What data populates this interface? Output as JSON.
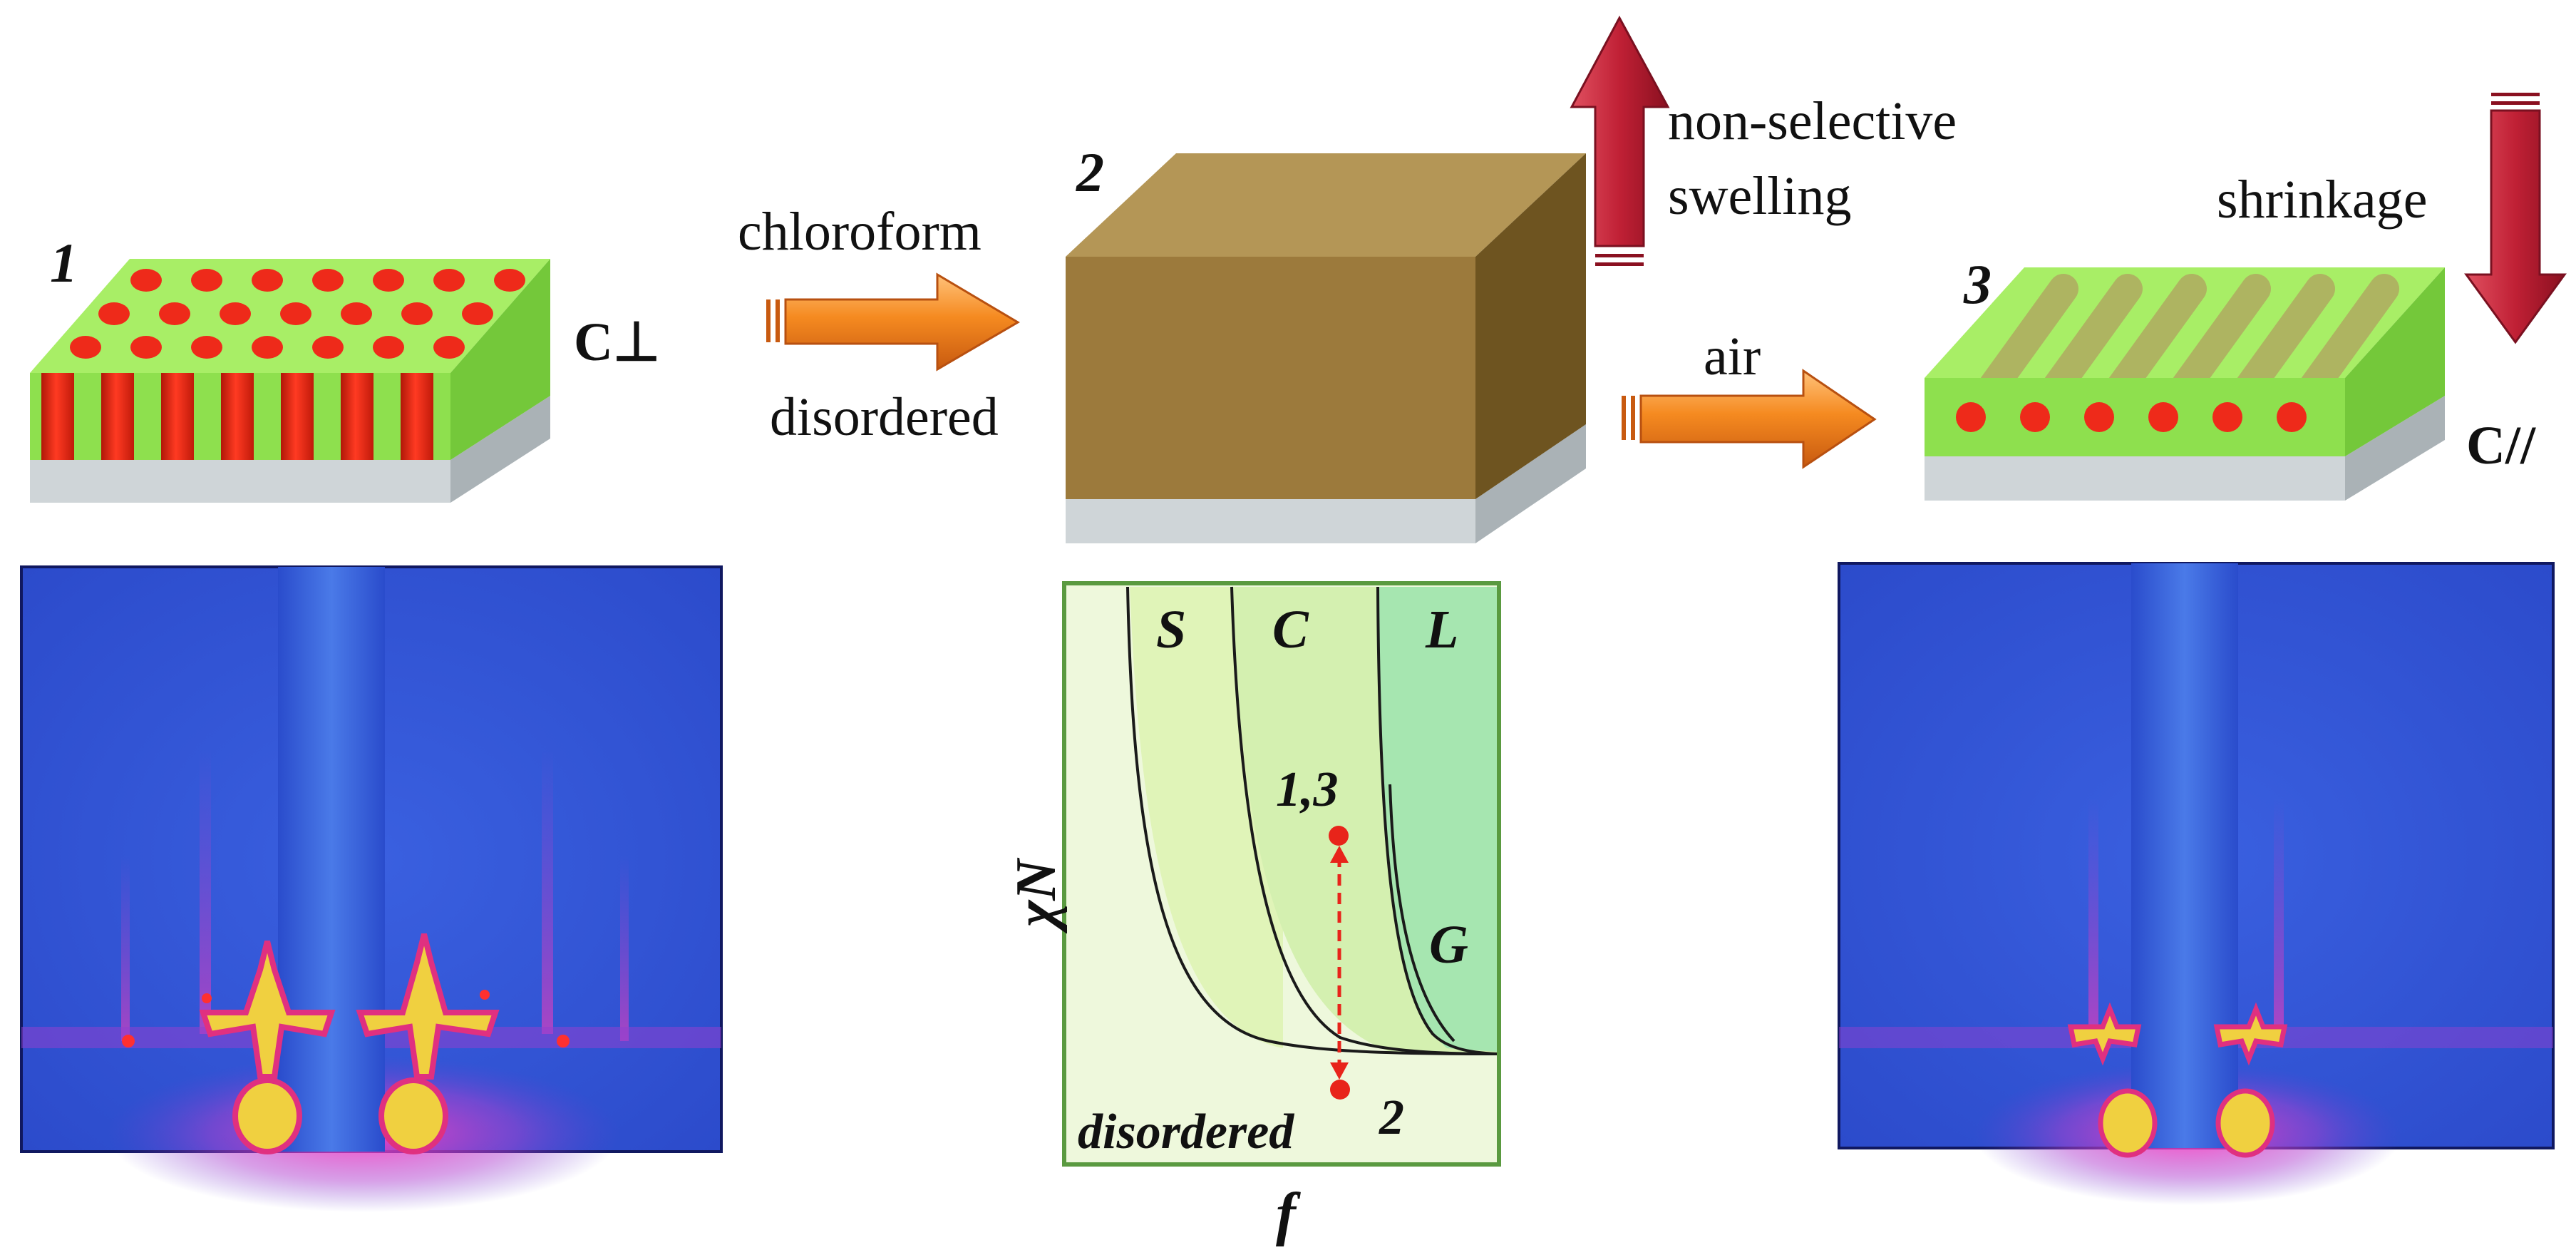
{
  "stages": [
    {
      "number": "1",
      "morphology_label": "C⊥"
    },
    {
      "number": "2"
    },
    {
      "number": "3",
      "morphology_label": "C//"
    }
  ],
  "transitions": {
    "step1_top": "chloroform",
    "step1_bottom": "disordered",
    "step2": "air",
    "swelling_line1": "non-selective",
    "swelling_line2": "swelling",
    "shrinkage": "shrinkage"
  },
  "phase_diagram": {
    "regions": [
      "S",
      "C",
      "L",
      "G"
    ],
    "disordered_label": "disordered",
    "point_upper_label": "1,3",
    "point_lower_label": "2",
    "y_axis_label": "χN",
    "x_axis_label": "f"
  },
  "colors": {
    "film_green": "#8ee04e",
    "cylinder_red": "#ee2a1a",
    "substrate_gray": "#cfd5d8",
    "swollen_brown": "#9c7a3c",
    "arrow_orange": "#f58a20",
    "arrow_red": "#c02035",
    "gisaxs_blue": "#3054d4",
    "phase_bg": "#eef8dc",
    "dot_red": "#e8241a"
  },
  "gisaxs_patterns": [
    {
      "for_stage": "1"
    },
    {
      "for_stage": "3"
    }
  ]
}
